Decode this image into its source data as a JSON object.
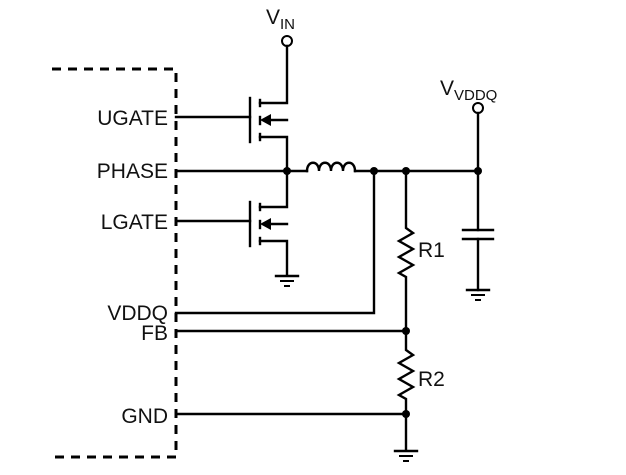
{
  "pins": {
    "ugate": "UGATE",
    "phase": "PHASE",
    "lgate": "LGATE",
    "vddq": "VDDQ",
    "fb": "FB",
    "gnd": "GND"
  },
  "rails": {
    "vin_main": "V",
    "vin_sub": "IN",
    "vddq_main": "V",
    "vddq_sub": "VDDQ"
  },
  "components": {
    "r1": "R1",
    "r2": "R2"
  }
}
